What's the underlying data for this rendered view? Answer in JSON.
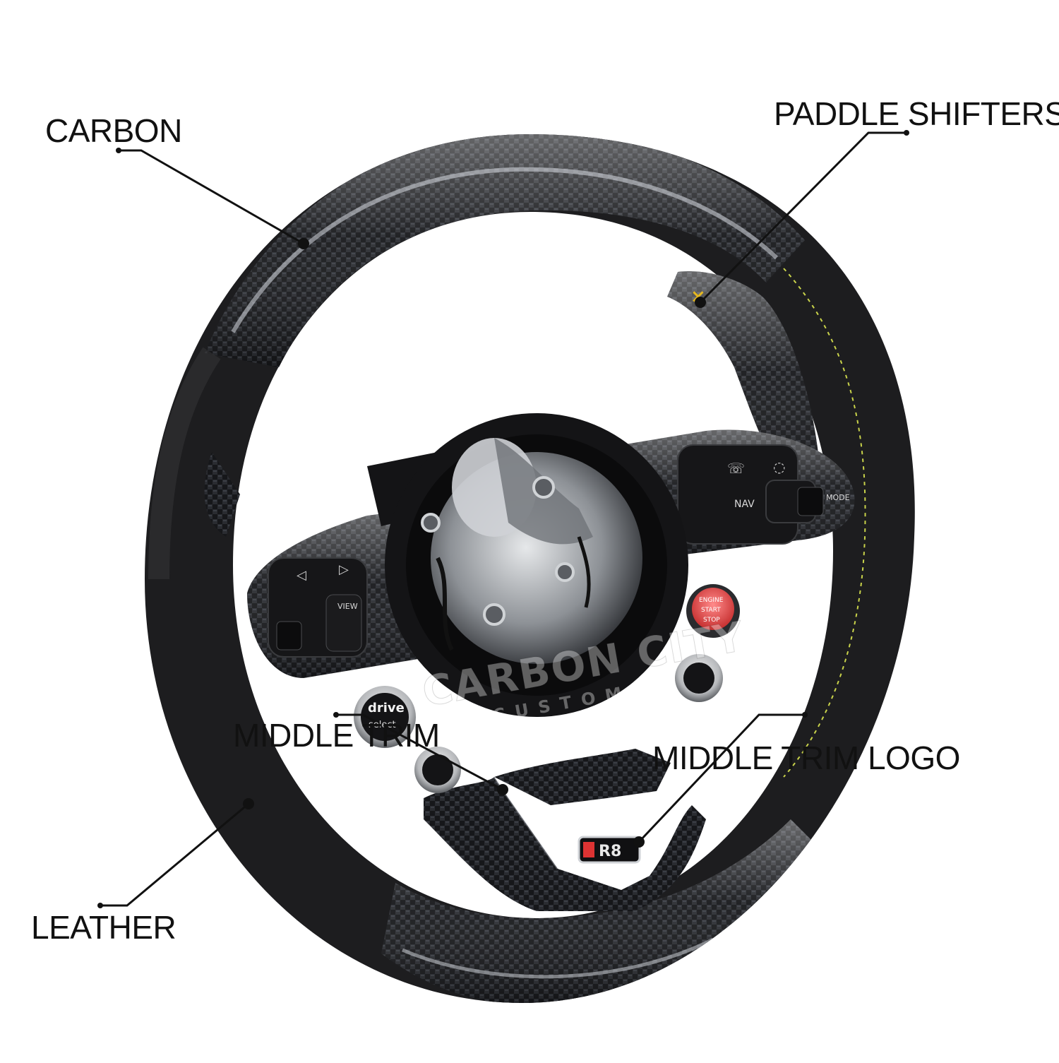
{
  "labels": {
    "carbon": "CARBON",
    "paddle_shifters": "PADDLE SHIFTERS",
    "leather": "LEATHER",
    "middle_trim": "MIDDLE TRIM",
    "middle_trim_logo": "MIDDLE TRIM LOGO"
  },
  "watermark": {
    "brand": "CARBON CITY",
    "sub": "CUSTOMS"
  },
  "buttons": {
    "drive_select_top": "drive",
    "drive_select_bottom": "select",
    "engine_stop_line1": "ENGINE",
    "engine_stop_line2": "START",
    "engine_stop_line3": "STOP",
    "nav": "NAV",
    "view": "VIEW",
    "mode": "MODE",
    "badge": "R8"
  },
  "colors": {
    "carbon": "#1b1c1e",
    "alcantara": "#2a2a2b",
    "stitch": "#c9d34a",
    "engine_button": "#d64545",
    "paddle_marker": "#e5b81f"
  }
}
